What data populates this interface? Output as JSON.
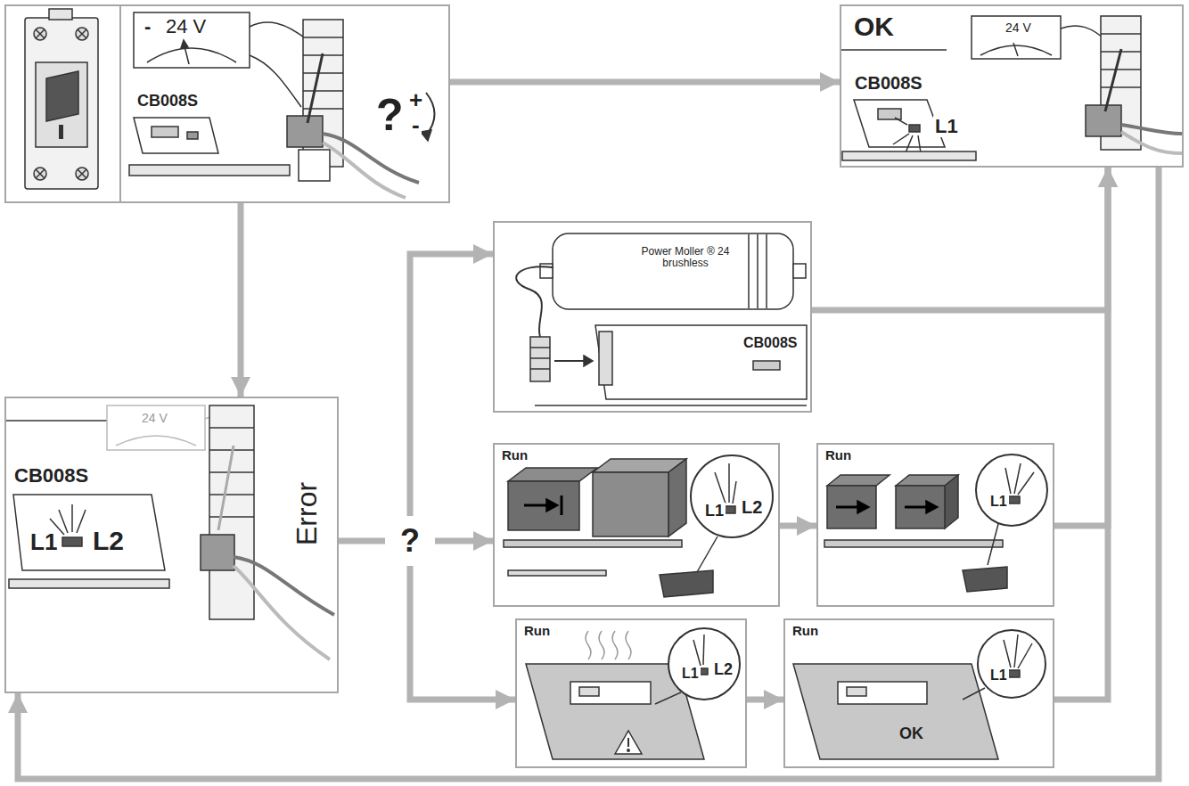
{
  "diagram": {
    "nodes": [
      {
        "text": [
          "-",
          "24 V",
          "CB008S",
          "?",
          "+",
          "-"
        ]
      },
      {
        "text": [
          "OK",
          "24 V",
          "CB008S",
          "L1"
        ]
      },
      {
        "text": [
          "Power Moller ® 24 brushless",
          "CB008S"
        ]
      },
      {
        "text": [
          "24 V",
          "CB008S",
          "L1",
          "L2",
          "Error"
        ]
      },
      {
        "text": [
          "?"
        ]
      },
      {
        "text": [
          "Run",
          "L1",
          "L2"
        ]
      },
      {
        "text": [
          "Run",
          "L1"
        ]
      },
      {
        "text": [
          "Run",
          "L1",
          "L2"
        ]
      },
      {
        "text": [
          "Run",
          "L1",
          "OK"
        ]
      }
    ],
    "edges": [
      {
        "from": 0,
        "to": 1,
        "arrow": "to"
      },
      {
        "from": 0,
        "to": 3,
        "arrow": "to"
      },
      {
        "from": 3,
        "to": 4,
        "arrow": "none"
      },
      {
        "from": 4,
        "to": 2,
        "arrow": "to"
      },
      {
        "from": 4,
        "to": 5,
        "arrow": "to"
      },
      {
        "from": 4,
        "to": 7,
        "arrow": "to"
      },
      {
        "from": 5,
        "to": 6,
        "arrow": "to"
      },
      {
        "from": 7,
        "to": 8,
        "arrow": "to"
      },
      {
        "from": 2,
        "to": 1,
        "arrow": "to"
      },
      {
        "from": 6,
        "to": 1,
        "arrow": "to"
      },
      {
        "from": 8,
        "to": 1,
        "arrow": "to"
      },
      {
        "from": 1,
        "to": 3,
        "arrow": "to"
      }
    ]
  }
}
